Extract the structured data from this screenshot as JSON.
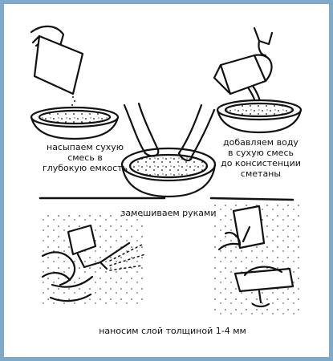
{
  "steps": [
    {
      "lines": [
        "насыпаем сухую",
        "смесь в",
        "глубокую емкость"
      ]
    },
    {
      "lines": [
        "добавляем воду",
        "в сухую смесь",
        "до консистенции",
        "сметаны"
      ]
    },
    {
      "lines": [
        "замешиваем руками"
      ]
    },
    {
      "lines": [
        "наносим слой толщиной 1-4 мм"
      ]
    }
  ],
  "colors": {
    "frame": "#7fa9c9",
    "ink": "#111111"
  }
}
